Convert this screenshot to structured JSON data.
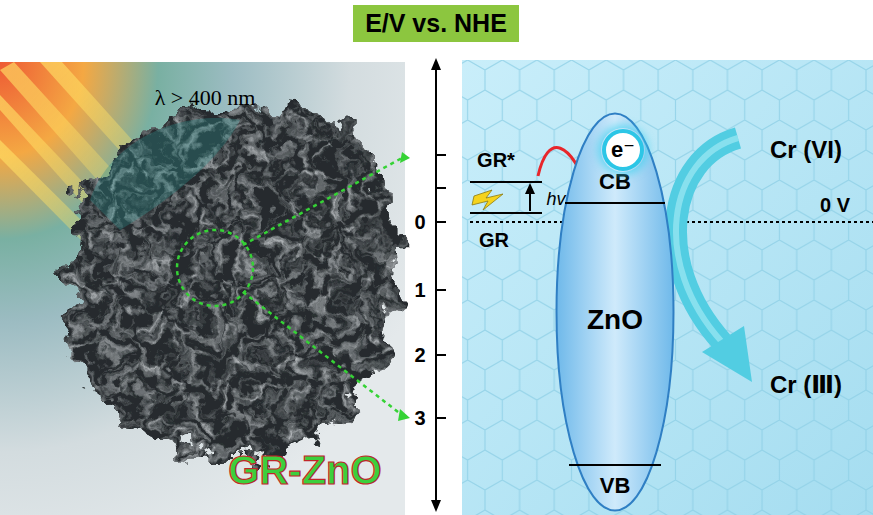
{
  "diagram": {
    "title": "E/V vs. NHE",
    "nodes": [
      {
        "text": [
          "CB",
          "ZnO",
          "VB"
        ]
      },
      {
        "text": [
          "e⁻"
        ]
      }
    ],
    "labels": [
      "λ > 400 nm",
      "GR-ZnO",
      "0",
      "1",
      "2",
      "3",
      "GR*",
      "GR",
      "hv",
      "0 V",
      "Cr (VI)",
      "Cr (Ⅲ)"
    ]
  }
}
